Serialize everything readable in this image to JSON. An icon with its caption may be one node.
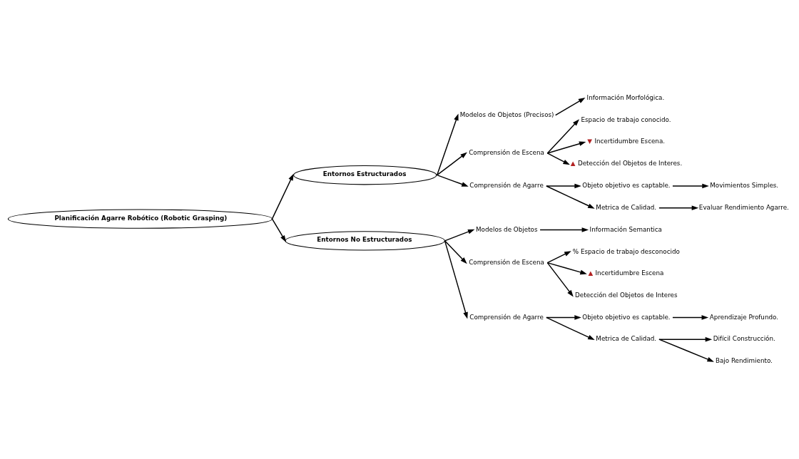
{
  "diagram": {
    "nodes": [
      {
        "text": [
          "Planificación Agarre Robótico (Robotic Grasping)"
        ]
      },
      {
        "text": [
          "Entornos Estructurados"
        ]
      },
      {
        "text": [
          "Modelos de Objetos (Precisos)"
        ]
      },
      {
        "text": [
          "Información Morfológica."
        ]
      },
      {
        "text": [
          "Comprensión de Escena"
        ]
      },
      {
        "text": [
          "Espacio de trabajo conocido."
        ]
      },
      {
        "text": [
          "▼ Incertidumbre Escena."
        ]
      },
      {
        "text": [
          "▲ Detección del Objetos de Interes."
        ]
      },
      {
        "text": [
          "Comprensión de Agarre"
        ]
      },
      {
        "text": [
          "Objeto objetivo es captable."
        ]
      },
      {
        "text": [
          "Movimientos Simples."
        ]
      },
      {
        "text": [
          "Metrica de Calidad."
        ]
      },
      {
        "text": [
          "Evaluar Rendimiento Agarre."
        ]
      },
      {
        "text": [
          "Entornos No Estructurados"
        ]
      },
      {
        "text": [
          "Modelos de Objetos"
        ]
      },
      {
        "text": [
          "Información Semantica"
        ]
      },
      {
        "text": [
          "Comprensión de Escena"
        ]
      },
      {
        "text": [
          "% Espacio de trabajo desconocido"
        ]
      },
      {
        "text": [
          "▲ Incertidumbre Escena"
        ]
      },
      {
        "text": [
          "Detección del Objetos de Interes"
        ]
      },
      {
        "text": [
          "Comprensión de Agarre"
        ]
      },
      {
        "text": [
          "Objeto objetivo es captable."
        ]
      },
      {
        "text": [
          "Aprendizaje Profundo."
        ]
      },
      {
        "text": [
          "Metrica de Calidad."
        ]
      },
      {
        "text": [
          "Difícil Construcción."
        ]
      },
      {
        "text": [
          "Bajo Rendimiento."
        ]
      }
    ],
    "edges": [
      {
        "from": 0,
        "to": 1,
        "arrow": "to"
      },
      {
        "from": 0,
        "to": 13,
        "arrow": "to"
      },
      {
        "from": 1,
        "to": 2,
        "arrow": "to"
      },
      {
        "from": 2,
        "to": 3,
        "arrow": "to"
      },
      {
        "from": 1,
        "to": 4,
        "arrow": "to"
      },
      {
        "from": 4,
        "to": 5,
        "arrow": "to"
      },
      {
        "from": 4,
        "to": 6,
        "arrow": "to"
      },
      {
        "from": 4,
        "to": 7,
        "arrow": "to"
      },
      {
        "from": 1,
        "to": 8,
        "arrow": "to"
      },
      {
        "from": 8,
        "to": 9,
        "arrow": "to"
      },
      {
        "from": 9,
        "to": 10,
        "arrow": "to"
      },
      {
        "from": 8,
        "to": 11,
        "arrow": "to"
      },
      {
        "from": 11,
        "to": 12,
        "arrow": "to"
      },
      {
        "from": 13,
        "to": 14,
        "arrow": "to"
      },
      {
        "from": 14,
        "to": 15,
        "arrow": "to"
      },
      {
        "from": 13,
        "to": 16,
        "arrow": "to"
      },
      {
        "from": 16,
        "to": 17,
        "arrow": "to"
      },
      {
        "from": 16,
        "to": 18,
        "arrow": "to"
      },
      {
        "from": 16,
        "to": 19,
        "arrow": "to"
      },
      {
        "from": 13,
        "to": 20,
        "arrow": "to"
      },
      {
        "from": 20,
        "to": 21,
        "arrow": "to"
      },
      {
        "from": 21,
        "to": 22,
        "arrow": "to"
      },
      {
        "from": 20,
        "to": 23,
        "arrow": "to"
      },
      {
        "from": 23,
        "to": 24,
        "arrow": "to"
      },
      {
        "from": 23,
        "to": 25,
        "arrow": "to"
      }
    ]
  }
}
